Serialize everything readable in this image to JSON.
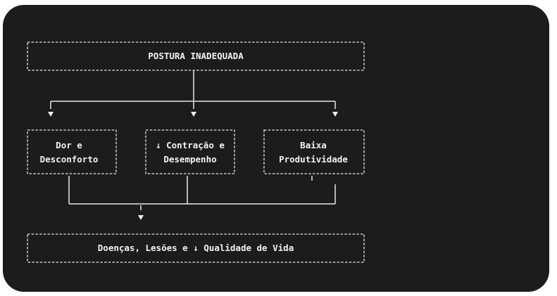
{
  "diagram": {
    "top_node": "POSTURA INADEQUADA",
    "middle_nodes": [
      {
        "line1": "Dor e",
        "line2": "Desconforto"
      },
      {
        "line1": "↓ Contração e",
        "line2": "Desempenho"
      },
      {
        "line1": "Baixa",
        "line2": "Produtividade"
      }
    ],
    "bottom_node": "Doenças, Lesões e ↓ Qualidade de Vida"
  },
  "colors": {
    "panel_background": "#1c1c1c",
    "page_background": "#ffffff",
    "foreground": "#f2f2f2"
  }
}
